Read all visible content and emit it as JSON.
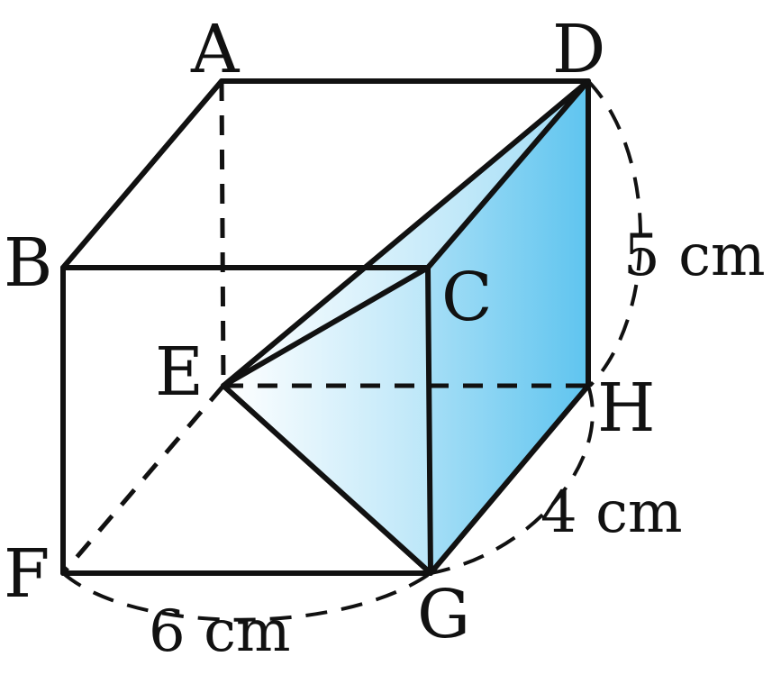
{
  "vertices": {
    "A": "A",
    "B": "B",
    "C": "C",
    "D": "D",
    "E": "E",
    "F": "F",
    "G": "G",
    "H": "H"
  },
  "dimensions": {
    "width": "6 cm",
    "depth": "4 cm",
    "height": "5 cm"
  },
  "colors": {
    "prism_fill_light": "#ffffff",
    "prism_fill_dark": "#5ec4ef",
    "line": "#111111"
  }
}
